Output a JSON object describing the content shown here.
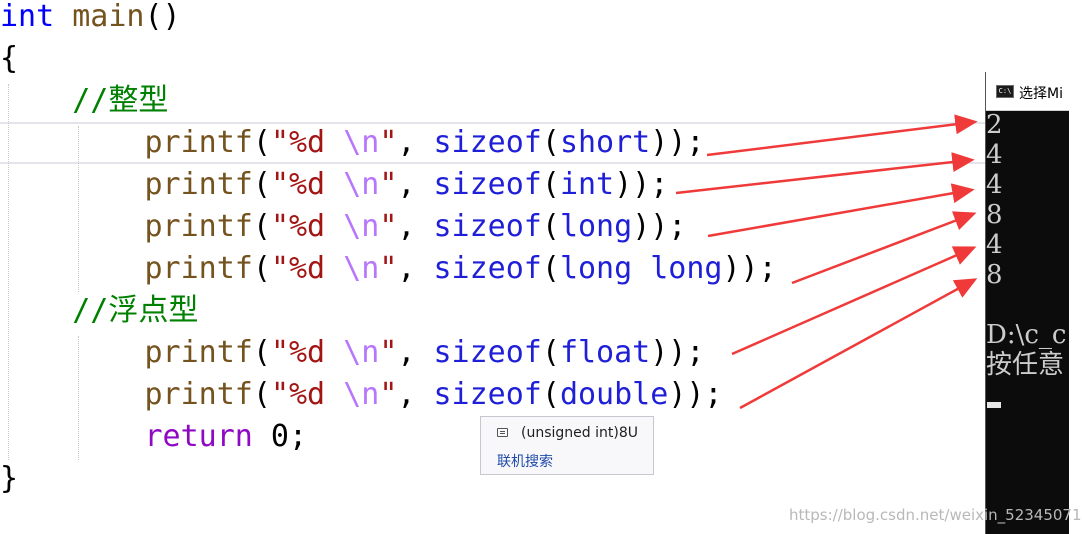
{
  "editor": {
    "lines": [
      {
        "tokens": [
          {
            "t": "int",
            "c": "kw"
          },
          {
            "t": " ",
            "c": "pl"
          },
          {
            "t": "main",
            "c": "fn"
          },
          {
            "t": "()",
            "c": "pl"
          }
        ]
      },
      {
        "tokens": [
          {
            "t": "{",
            "c": "pl"
          }
        ]
      },
      {
        "tokens": [
          {
            "t": "    ",
            "c": "pl"
          },
          {
            "t": "//整型",
            "c": "cm"
          }
        ]
      },
      {
        "tokens": [
          {
            "t": "        ",
            "c": "pl"
          },
          {
            "t": "printf",
            "c": "fn"
          },
          {
            "t": "(",
            "c": "pl"
          },
          {
            "t": "\"%d ",
            "c": "str"
          },
          {
            "t": "\\n",
            "c": "esc"
          },
          {
            "t": "\"",
            "c": "str"
          },
          {
            "t": ", ",
            "c": "pl"
          },
          {
            "t": "sizeof",
            "c": "sz"
          },
          {
            "t": "(",
            "c": "pl"
          },
          {
            "t": "short",
            "c": "sz"
          },
          {
            "t": "));",
            "c": "pl"
          }
        ]
      },
      {
        "tokens": [
          {
            "t": "        ",
            "c": "pl"
          },
          {
            "t": "printf",
            "c": "fn"
          },
          {
            "t": "(",
            "c": "pl"
          },
          {
            "t": "\"%d ",
            "c": "str"
          },
          {
            "t": "\\n",
            "c": "esc"
          },
          {
            "t": "\"",
            "c": "str"
          },
          {
            "t": ", ",
            "c": "pl"
          },
          {
            "t": "sizeof",
            "c": "sz"
          },
          {
            "t": "(",
            "c": "pl"
          },
          {
            "t": "int",
            "c": "sz"
          },
          {
            "t": "));",
            "c": "pl"
          }
        ]
      },
      {
        "tokens": [
          {
            "t": "        ",
            "c": "pl"
          },
          {
            "t": "printf",
            "c": "fn"
          },
          {
            "t": "(",
            "c": "pl"
          },
          {
            "t": "\"%d ",
            "c": "str"
          },
          {
            "t": "\\n",
            "c": "esc"
          },
          {
            "t": "\"",
            "c": "str"
          },
          {
            "t": ", ",
            "c": "pl"
          },
          {
            "t": "sizeof",
            "c": "sz"
          },
          {
            "t": "(",
            "c": "pl"
          },
          {
            "t": "long",
            "c": "sz"
          },
          {
            "t": "));",
            "c": "pl"
          }
        ]
      },
      {
        "tokens": [
          {
            "t": "        ",
            "c": "pl"
          },
          {
            "t": "printf",
            "c": "fn"
          },
          {
            "t": "(",
            "c": "pl"
          },
          {
            "t": "\"%d ",
            "c": "str"
          },
          {
            "t": "\\n",
            "c": "esc"
          },
          {
            "t": "\"",
            "c": "str"
          },
          {
            "t": ", ",
            "c": "pl"
          },
          {
            "t": "sizeof",
            "c": "sz"
          },
          {
            "t": "(",
            "c": "pl"
          },
          {
            "t": "long long",
            "c": "sz"
          },
          {
            "t": "));",
            "c": "pl"
          }
        ]
      },
      {
        "tokens": [
          {
            "t": "    ",
            "c": "pl"
          },
          {
            "t": "//浮点型",
            "c": "cm"
          }
        ]
      },
      {
        "tokens": [
          {
            "t": "        ",
            "c": "pl"
          },
          {
            "t": "printf",
            "c": "fn"
          },
          {
            "t": "(",
            "c": "pl"
          },
          {
            "t": "\"%d ",
            "c": "str"
          },
          {
            "t": "\\n",
            "c": "esc"
          },
          {
            "t": "\"",
            "c": "str"
          },
          {
            "t": ", ",
            "c": "pl"
          },
          {
            "t": "sizeof",
            "c": "sz"
          },
          {
            "t": "(",
            "c": "pl"
          },
          {
            "t": "float",
            "c": "sz"
          },
          {
            "t": "));",
            "c": "pl"
          }
        ]
      },
      {
        "tokens": [
          {
            "t": "        ",
            "c": "pl"
          },
          {
            "t": "printf",
            "c": "fn"
          },
          {
            "t": "(",
            "c": "pl"
          },
          {
            "t": "\"%d ",
            "c": "str"
          },
          {
            "t": "\\n",
            "c": "esc"
          },
          {
            "t": "\"",
            "c": "str"
          },
          {
            "t": ", ",
            "c": "pl"
          },
          {
            "t": "sizeof",
            "c": "sz"
          },
          {
            "t": "(",
            "c": "pl"
          },
          {
            "t": "double",
            "c": "sz"
          },
          {
            "t": "));",
            "c": "pl"
          }
        ]
      },
      {
        "tokens": [
          {
            "t": "        ",
            "c": "pl"
          },
          {
            "t": "return",
            "c": "kw2"
          },
          {
            "t": " 0;",
            "c": "pl"
          }
        ]
      },
      {
        "tokens": [
          {
            "t": "}",
            "c": "pl"
          }
        ]
      }
    ]
  },
  "tooltip": {
    "type_text": "(unsigned int)8U",
    "link_label": "联机搜索"
  },
  "console": {
    "title": "选择Mi",
    "icon_text": "C:\\",
    "output": "2\n4\n4\n8\n4\n8\n\nD:\\c_c\n按任意"
  },
  "watermark": "https://blog.csdn.net/weixin_52345071",
  "colors": {
    "keyword": "#0000ff",
    "function": "#74531f",
    "string": "#a31515",
    "escape": "#b776fb",
    "comment": "#008000",
    "return_keyword": "#8f08c4",
    "arrow": "#f03a3a"
  }
}
